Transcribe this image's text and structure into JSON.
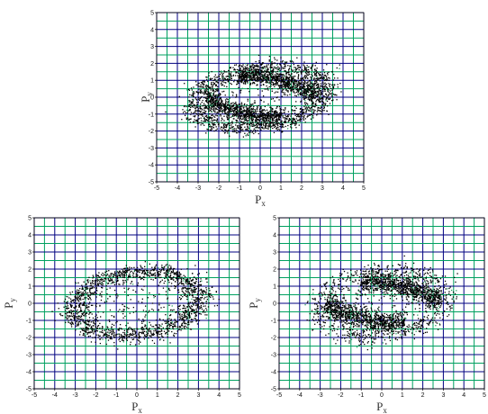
{
  "chart_data": [
    {
      "type": "scatter",
      "panel": "top",
      "xlabel": "Px",
      "ylabel": "Py",
      "xlim": [
        -5,
        5
      ],
      "ylim": [
        -5,
        5
      ],
      "xticks": [
        -5,
        -4,
        -3,
        -2,
        -1,
        0,
        1,
        2,
        3,
        4,
        5
      ],
      "yticks": [
        -5,
        -4,
        -3,
        -2,
        -1,
        0,
        1,
        2,
        3,
        4,
        5
      ],
      "grid": true,
      "grid_colors": [
        "#000080",
        "#00a060"
      ],
      "point_color": "#000000",
      "distribution": {
        "shape": "elliptical ring with two dense inner bands",
        "ring_center": [
          0,
          0
        ],
        "ring_radii": [
          3.4,
          1.9
        ],
        "dense_bands": [
          {
            "center": [
              0.9,
              1.0
            ],
            "half_length": 1.9,
            "half_width": 0.45
          },
          {
            "center": [
              -0.9,
              -0.9
            ],
            "half_length": 1.9,
            "half_width": 0.45
          }
        ]
      }
    },
    {
      "type": "scatter",
      "panel": "bottom-left",
      "xlabel": "Px",
      "ylabel": "Py",
      "xlim": [
        -5,
        5
      ],
      "ylim": [
        -5,
        5
      ],
      "xticks": [
        -5,
        -4,
        -3,
        -2,
        -1,
        0,
        1,
        2,
        3,
        4,
        5
      ],
      "yticks": [
        -5,
        -4,
        -3,
        -2,
        -1,
        0,
        1,
        2,
        3,
        4,
        5
      ],
      "grid": true,
      "grid_colors": [
        "#000080",
        "#00a060"
      ],
      "point_color": "#000000",
      "distribution": {
        "shape": "elliptical ring (hollow center)",
        "ring_center": [
          0,
          0
        ],
        "ring_radii": [
          3.3,
          2.0
        ],
        "tilt_deg": 10
      }
    },
    {
      "type": "scatter",
      "panel": "bottom-right",
      "xlabel": "Px",
      "ylabel": "Py",
      "xlim": [
        -5,
        5
      ],
      "ylim": [
        -5,
        5
      ],
      "xticks": [
        -5,
        -4,
        -3,
        -2,
        -1,
        0,
        1,
        2,
        3,
        4,
        5
      ],
      "yticks": [
        -5,
        -4,
        -3,
        -2,
        -1,
        0,
        1,
        2,
        3,
        4,
        5
      ],
      "grid": true,
      "grid_colors": [
        "#000080",
        "#00a060"
      ],
      "point_color": "#000000",
      "distribution": {
        "shape": "two dense crescent bands",
        "dense_bands": [
          {
            "center": [
              1.0,
              1.0
            ],
            "half_length": 2.0,
            "half_width": 0.55
          },
          {
            "center": [
              -0.9,
              -0.9
            ],
            "half_length": 2.0,
            "half_width": 0.55
          }
        ],
        "halo_radii": [
          3.3,
          2.1
        ]
      }
    }
  ]
}
